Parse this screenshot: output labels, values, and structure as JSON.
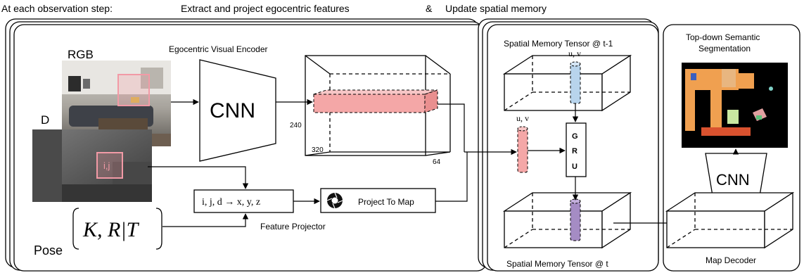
{
  "header": {
    "caption_intro": "At each observation step:",
    "caption_extract": "Extract and project egocentric features",
    "caption_amp": "&",
    "caption_update": "Update spatial memory"
  },
  "inputs": {
    "rgb_label": "RGB",
    "depth_label": "D",
    "pose_label": "Pose",
    "pose_formula": "K, R|T",
    "pixel_label": "i,j"
  },
  "encoder": {
    "title": "Egocentric Visual Encoder",
    "cnn_label": "CNN"
  },
  "feature_tensor": {
    "height": "240",
    "width": "320",
    "depth": "64"
  },
  "projector": {
    "equation": "i, j, d → x, y, z",
    "caption": "Feature Projector",
    "project_label": "Project To Map"
  },
  "memory": {
    "prev_title": "Spatial Memory Tensor @ t-1",
    "curr_title": "Spatial Memory Tensor @ t",
    "uv_top": "u, v",
    "uv_left": "u, v",
    "gru_letters": [
      "G",
      "R",
      "U"
    ]
  },
  "decoder": {
    "title_line1": "Top-down Semantic",
    "title_line2": "Segmentation",
    "cnn_label": "CNN",
    "caption": "Map Decoder"
  },
  "colors": {
    "feature_fill": "#f4a7a7",
    "prev_memory_fill": "#b8d4ec",
    "curr_memory_fill": "#a58cc4",
    "gru_input_fill": "#f4a7a7",
    "panel_stroke": "#000000"
  }
}
